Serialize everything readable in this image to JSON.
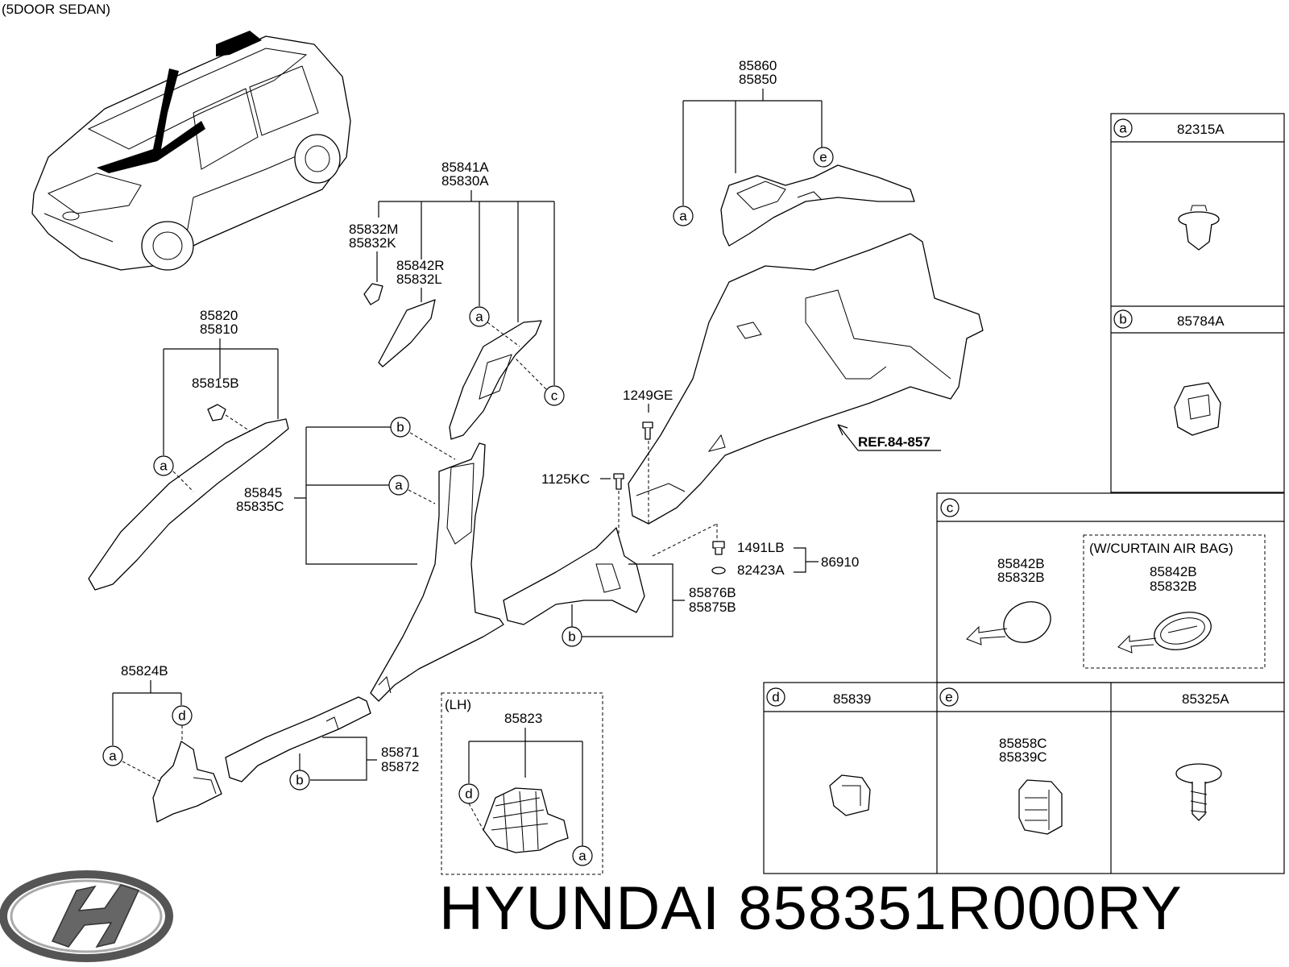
{
  "variant": "(5DOOR SEDAN)",
  "footer": {
    "brand": "HYUNDAI",
    "part_number": "858351R000RY"
  },
  "parts": {
    "p85860": "85860",
    "p85850": "85850",
    "p85841A": "85841A",
    "p85830A": "85830A",
    "p85832M": "85832M",
    "p85832K": "85832K",
    "p85842R": "85842R",
    "p85832L": "85832L",
    "p85820": "85820",
    "p85810": "85810",
    "p85815B": "85815B",
    "p85845": "85845",
    "p85835C": "85835C",
    "p1249GE": "1249GE",
    "p1125KC": "1125KC",
    "p1491LB": "1491LB",
    "p82423A": "82423A",
    "p86910": "86910",
    "p85876B": "85876B",
    "p85875B": "85875B",
    "p85824B": "85824B",
    "p85871": "85871",
    "p85872": "85872",
    "p85823": "85823",
    "lh": "(LH)",
    "ref": "REF.84-857"
  },
  "callouts": {
    "a": "a",
    "b": "b",
    "c": "c",
    "d": "d",
    "e": "e"
  },
  "legend": {
    "a": {
      "key": "a",
      "part": "82315A"
    },
    "b": {
      "key": "b",
      "part": "85784A"
    },
    "c": {
      "key": "c",
      "left_top": "85842B",
      "left_bottom": "85832B",
      "note": "(W/CURTAIN AIR BAG)",
      "right_top": "85842B",
      "right_bottom": "85832B"
    },
    "d": {
      "key": "d",
      "part": "85839"
    },
    "e": {
      "key": "e",
      "top": "85858C",
      "bottom": "85839C"
    },
    "f": {
      "part": "85325A"
    }
  },
  "colors": {
    "line": "#000000",
    "background": "#ffffff"
  },
  "icons": {
    "logo": "hyundai-logo-icon"
  }
}
